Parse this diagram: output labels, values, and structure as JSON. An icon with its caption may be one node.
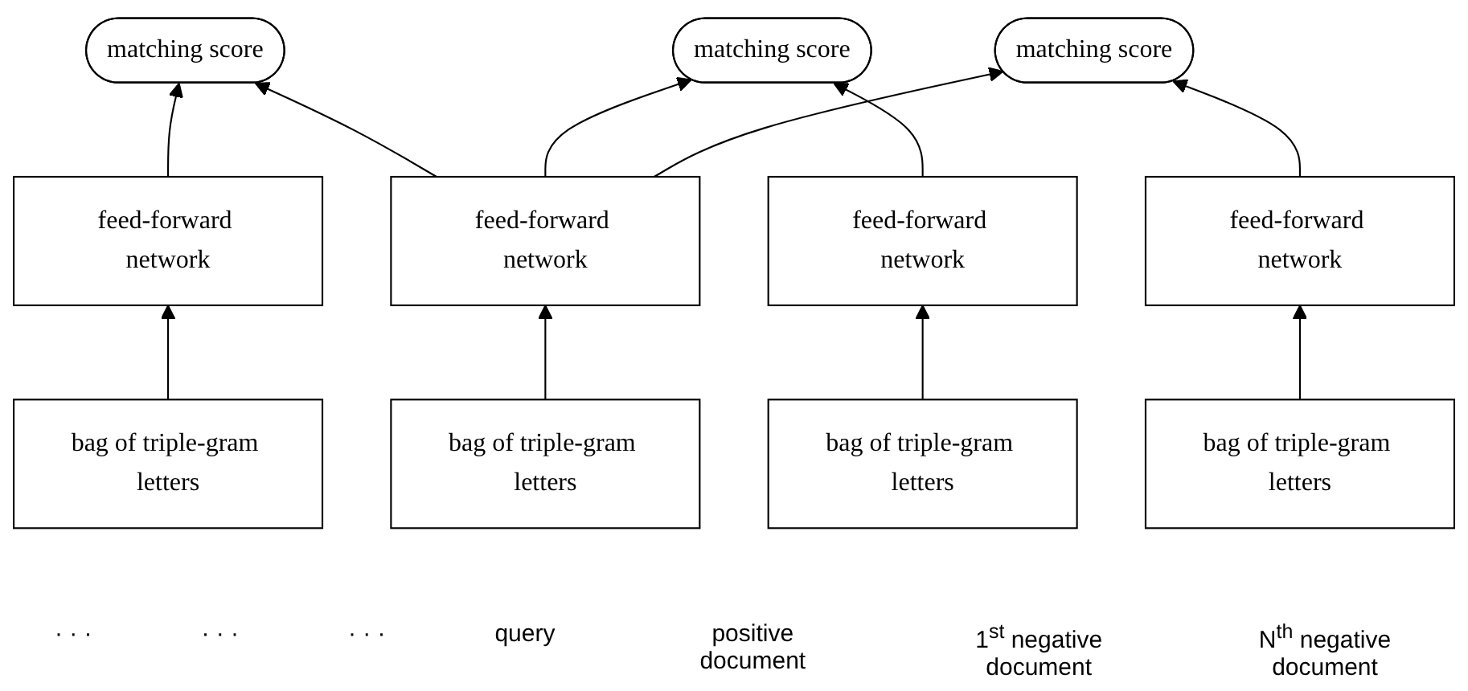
{
  "diagram": {
    "nodes": [
      {
        "text": [
          "matching score"
        ]
      },
      {
        "text": [
          "matching score"
        ]
      },
      {
        "text": [
          "matching score"
        ]
      },
      {
        "text": [
          "feed-forward network"
        ]
      },
      {
        "text": [
          "feed-forward network"
        ]
      },
      {
        "text": [
          "feed-forward network"
        ]
      },
      {
        "text": [
          "feed-forward network"
        ]
      },
      {
        "text": [
          "bag of triple-gram letters"
        ]
      },
      {
        "text": [
          "bag of triple-gram letters"
        ]
      },
      {
        "text": [
          "bag of triple-gram letters"
        ]
      },
      {
        "text": [
          "bag of triple-gram letters"
        ]
      }
    ],
    "edges": [
      {
        "from": 7,
        "to": 3,
        "arrow": "to"
      },
      {
        "from": 8,
        "to": 4,
        "arrow": "to"
      },
      {
        "from": 9,
        "to": 5,
        "arrow": "to"
      },
      {
        "from": 10,
        "to": 6,
        "arrow": "to"
      },
      {
        "from": 3,
        "to": 0,
        "arrow": "to"
      },
      {
        "from": 3,
        "to": 1,
        "arrow": "to"
      },
      {
        "from": 3,
        "to": 2,
        "arrow": "to"
      },
      {
        "from": 4,
        "to": 0,
        "arrow": "to"
      },
      {
        "from": 5,
        "to": 1,
        "arrow": "to"
      },
      {
        "from": 6,
        "to": 2,
        "arrow": "to"
      }
    ],
    "labels": [
      "· · ·",
      "· · ·",
      "· · ·",
      "query",
      "positive document",
      "1$^{st}$ negative document",
      "N$^{th}$ negative document"
    ]
  }
}
